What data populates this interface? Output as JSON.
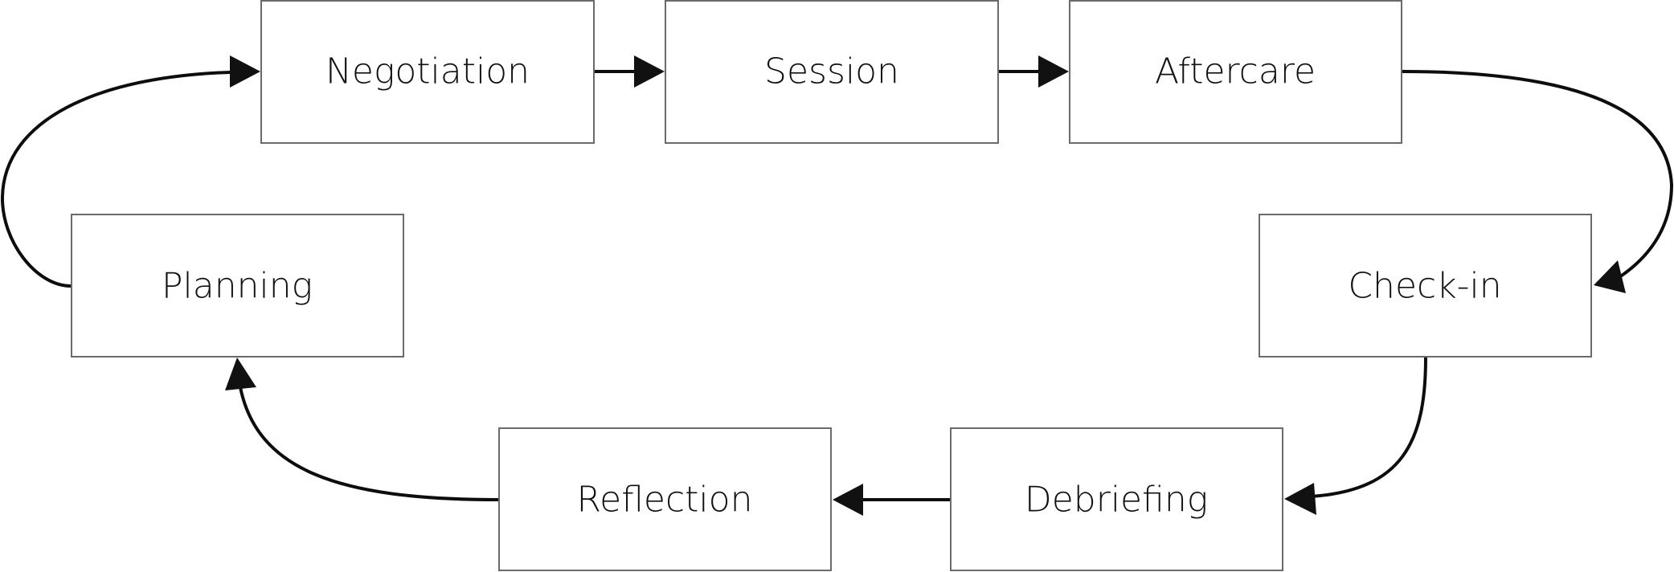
{
  "diagram": {
    "nodes": [
      {
        "id": "negotiation",
        "label": "Negotiation"
      },
      {
        "id": "session",
        "label": "Session"
      },
      {
        "id": "aftercare",
        "label": "Aftercare"
      },
      {
        "id": "check-in",
        "label": "Check-in"
      },
      {
        "id": "debriefing",
        "label": "Debriefing"
      },
      {
        "id": "reflection",
        "label": "Reflection"
      },
      {
        "id": "planning",
        "label": "Planning"
      }
    ],
    "edges": [
      {
        "from": "negotiation",
        "to": "session"
      },
      {
        "from": "session",
        "to": "aftercare"
      },
      {
        "from": "aftercare",
        "to": "check-in"
      },
      {
        "from": "check-in",
        "to": "debriefing"
      },
      {
        "from": "debriefing",
        "to": "reflection"
      },
      {
        "from": "reflection",
        "to": "planning"
      },
      {
        "from": "planning",
        "to": "negotiation"
      }
    ]
  }
}
